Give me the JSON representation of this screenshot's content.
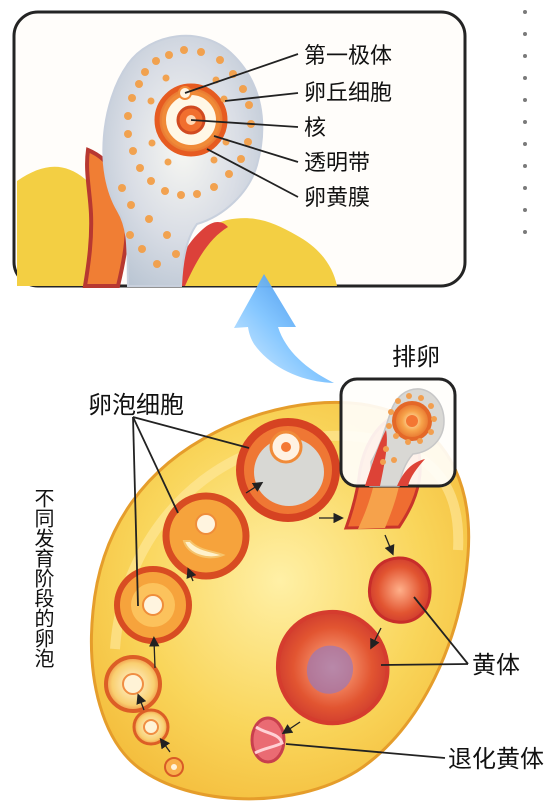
{
  "diagram": {
    "inset": {
      "labels": {
        "first_polar_body": "第一极体",
        "cumulus_cells": "卵丘细胞",
        "nucleus": "核",
        "zona_pellucida": "透明带",
        "vitelline_membrane": "卵黄膜"
      }
    },
    "main": {
      "ovulation": "排卵",
      "follicle_cells": "卵泡细胞",
      "corpus_luteum": "黄体",
      "corpus_albicans": "退化黄体",
      "side_caption": "不同发育阶段的卵泡"
    }
  }
}
